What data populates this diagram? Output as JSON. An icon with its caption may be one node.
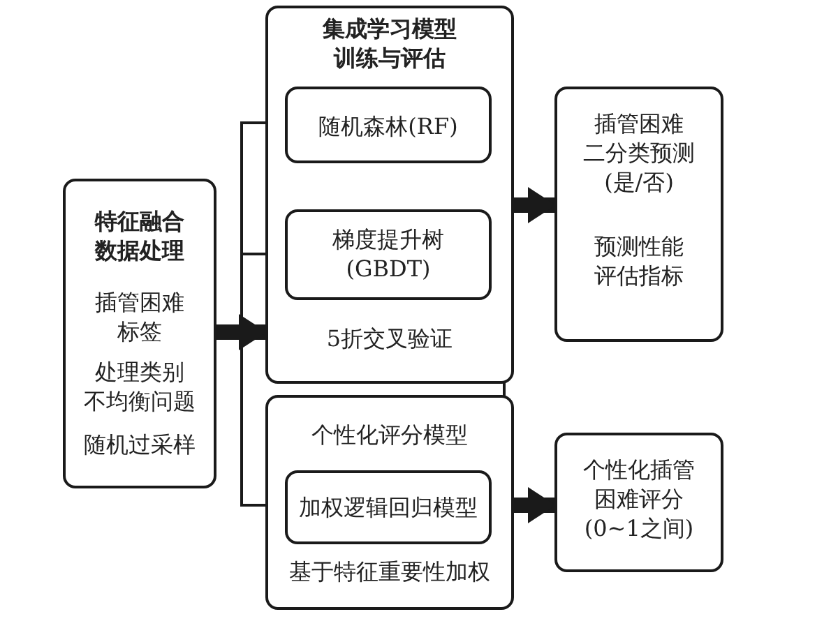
{
  "diagram": {
    "nodes": [
      {
        "text": [
          "特征融合数据处理",
          "插管困难标签",
          "处理类别不均衡问题",
          "随机过采样"
        ]
      },
      {
        "text": [
          "集成学习模型训练与评估",
          "5折交叉验证"
        ]
      },
      {
        "text": [
          "随机森林(RF)"
        ],
        "in": 1
      },
      {
        "text": [
          "梯度提升树(GBDT)"
        ],
        "in": 1
      },
      {
        "text": [
          "个性化评分模型",
          "基于特征重要性加权"
        ]
      },
      {
        "text": [
          "加权逻辑回归模型"
        ],
        "in": 4
      },
      {
        "text": [
          "插管困难二分类预测(是/否)",
          "预测性能评估指标"
        ]
      },
      {
        "text": [
          "个性化插管困难评分(0~1之间)"
        ]
      }
    ],
    "edges": [
      {
        "from": 0,
        "to": 1,
        "arrow": "to",
        "style": "thick"
      },
      {
        "from": 0,
        "to": 2,
        "arrow": "to"
      },
      {
        "from": 0,
        "to": 3,
        "arrow": "to"
      },
      {
        "from": 0,
        "to": 5,
        "arrow": "to"
      },
      {
        "from": 1,
        "to": 6,
        "arrow": "to",
        "style": "thick"
      },
      {
        "from": 5,
        "to": 7,
        "arrow": "to",
        "style": "thick"
      }
    ]
  }
}
